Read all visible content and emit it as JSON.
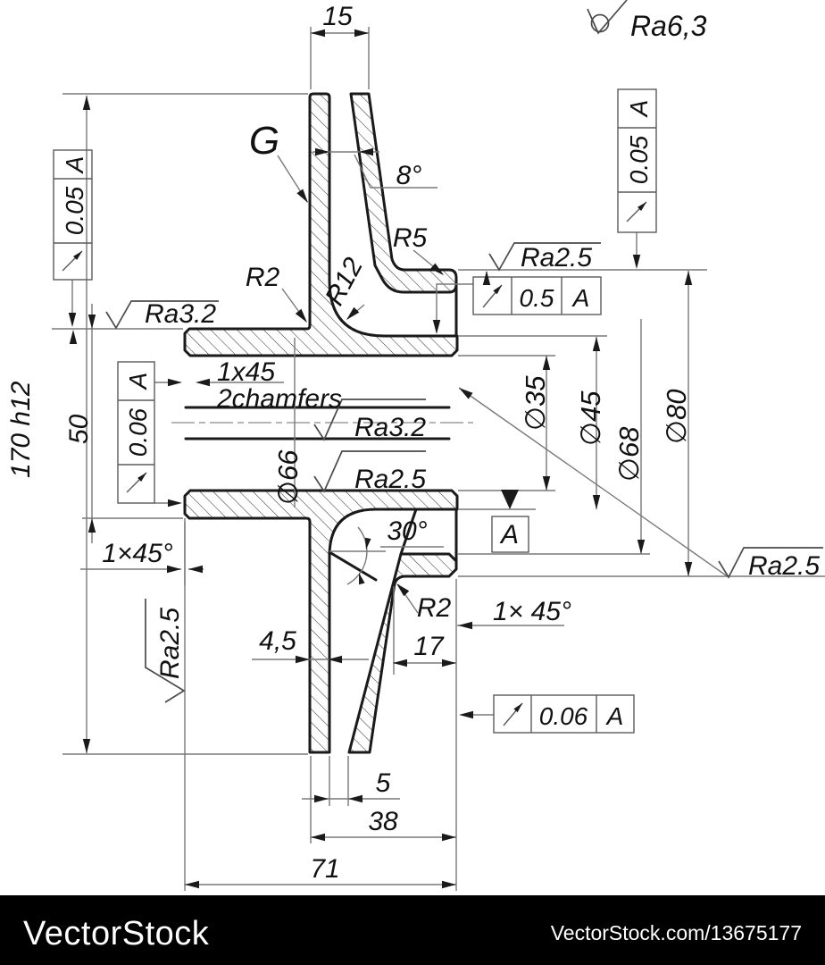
{
  "t": {
    "d15": "15",
    "g": "G",
    "a8": "8°",
    "r5": "R5",
    "r2top": "R2",
    "r12": "R12",
    "ra_tl": "Ra3.2",
    "ra_gen": "Ra6,3",
    "ra_tr": "Ra2.5",
    "f_tl_v": "0.05",
    "f_tl_d": "A",
    "f_tr_v": "0.05",
    "f_tr_d": "A",
    "f_mid_v": "0.5",
    "f_mid_d": "A",
    "f_left_v": "0.06",
    "f_left_d": "A",
    "f_br_v": "0.06",
    "f_br_d": "A",
    "d170": "170 h12",
    "d50": "50",
    "ch1": "1x45",
    "ch2": "2chamfers",
    "ra_bore1": "Ra3.2",
    "ra_bore2": "Ra2.5",
    "d66": "∅66",
    "d35": "∅35",
    "d45": "∅45",
    "d68": "∅68",
    "d80": "∅80",
    "datum": "A",
    "a30": "30°",
    "ch_l": "1×45°",
    "ra_rot": "Ra2.5",
    "d45w": "4,5",
    "r2bot": "R2",
    "ch_r": "1× 45°",
    "d17": "17",
    "d5": "5",
    "d38": "38",
    "d71": "71",
    "ra_br": "Ra2.5"
  },
  "watermark": {
    "brand": "VectorStock",
    "credit": "VectorStock.com/13675177"
  },
  "meta": {
    "drawing_type": "pulley-section-drawing",
    "line_color": "#1a1a1a",
    "thin_line_color": "#787878",
    "bar_color": "#000000"
  }
}
